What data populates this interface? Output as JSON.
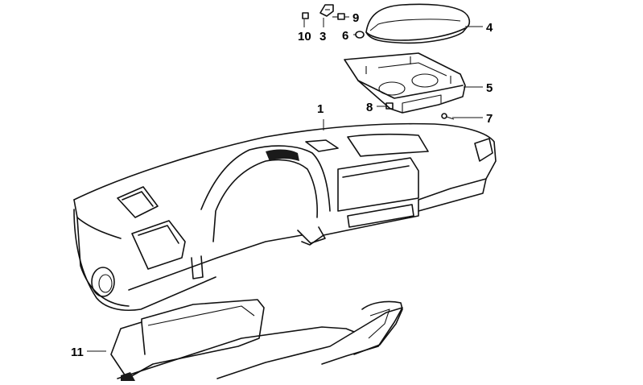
{
  "diagram": {
    "callouts": [
      {
        "id": "c1",
        "label": "1"
      },
      {
        "id": "c3",
        "label": "3"
      },
      {
        "id": "c4",
        "label": "4"
      },
      {
        "id": "c5",
        "label": "5"
      },
      {
        "id": "c6",
        "label": "6"
      },
      {
        "id": "c7",
        "label": "7"
      },
      {
        "id": "c8",
        "label": "8"
      },
      {
        "id": "c9",
        "label": "9"
      },
      {
        "id": "c10",
        "label": "10"
      },
      {
        "id": "c11",
        "label": "11"
      }
    ]
  }
}
